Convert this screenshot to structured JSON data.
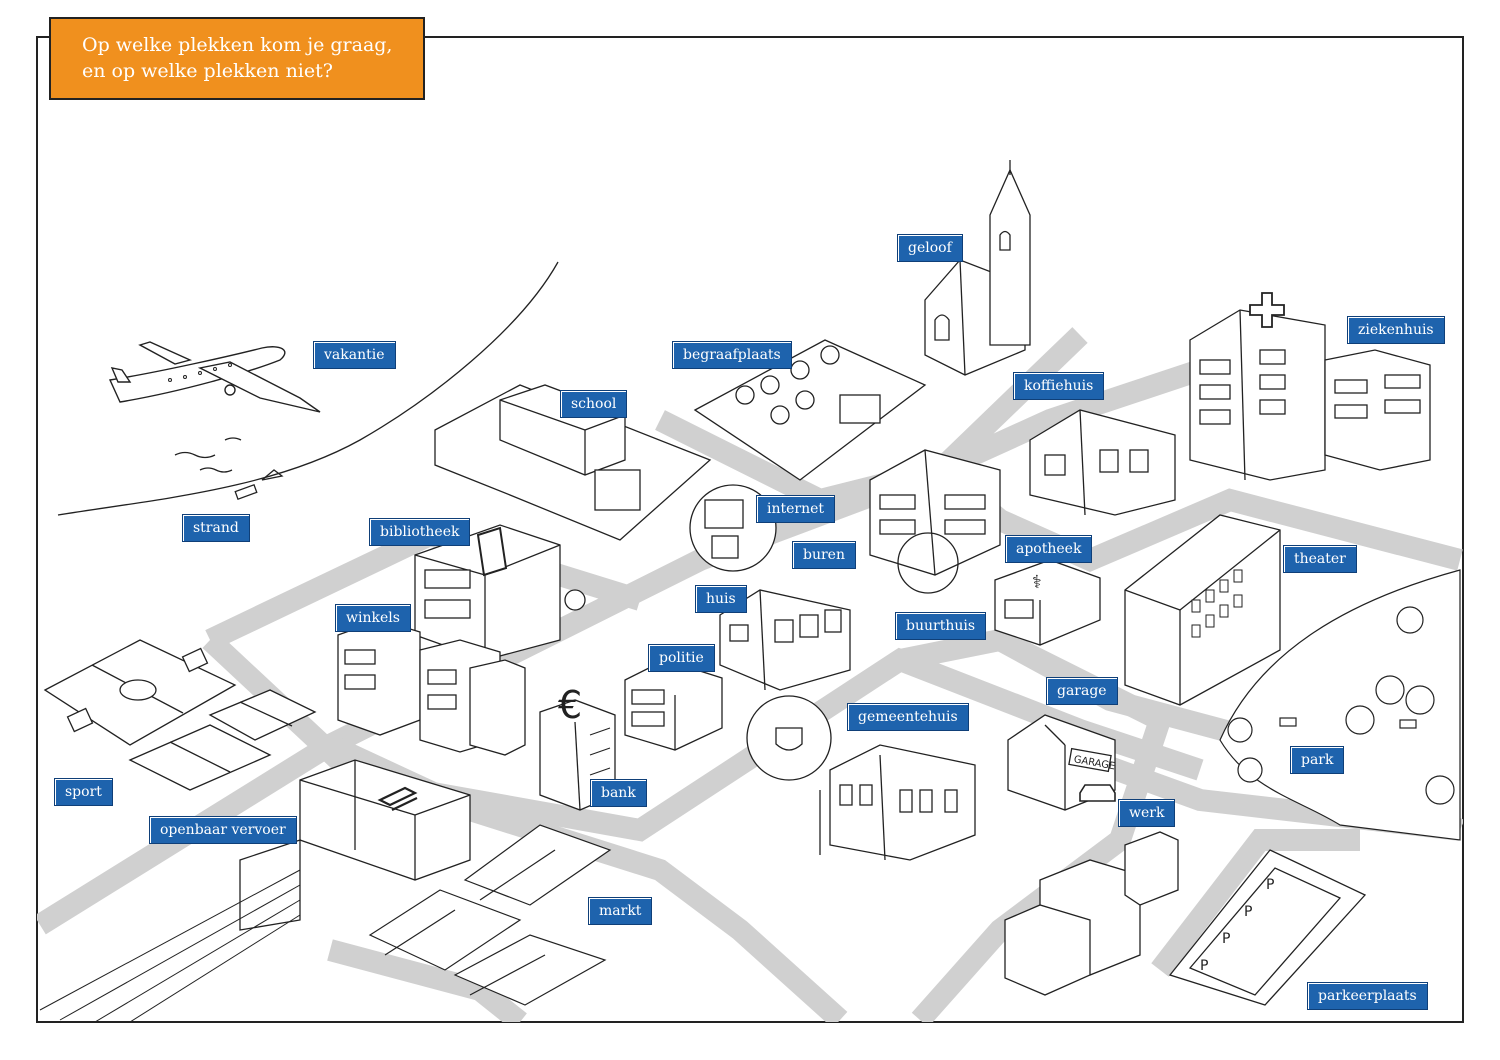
{
  "title": {
    "line1": "Op welke plekken kom je graag,",
    "line2": "en op welke plekken niet?"
  },
  "colors": {
    "title_background": "#f0901e",
    "label_background": "#1e63ad",
    "label_text": "#ffffff",
    "road": "#d0d0d0",
    "ink": "#222222"
  },
  "places": {
    "vakantie": "vakantie",
    "strand": "strand",
    "school": "school",
    "begraafplaats": "begraafplaats",
    "geloof": "geloof",
    "ziekenhuis": "ziekenhuis",
    "koffiehuis": "koffiehuis",
    "internet": "internet",
    "bibliotheek": "bibliotheek",
    "buren": "buren",
    "apotheek": "apotheek",
    "theater": "theater",
    "huis": "huis",
    "winkels": "winkels",
    "buurthuis": "buurthuis",
    "politie": "politie",
    "garage": "garage",
    "gemeentehuis": "gemeentehuis",
    "park": "park",
    "sport": "sport",
    "bank": "bank",
    "werk": "werk",
    "openbaar_vervoer": "openbaar vervoer",
    "markt": "markt",
    "parkeerplaats": "parkeerplaats"
  },
  "signs": {
    "garage_sign": "GARAGE",
    "bank_symbol": "€",
    "parking_symbol": "P",
    "pharmacy_symbol": "⚕"
  },
  "icons": [
    "airplane-icon",
    "church-icon",
    "hospital-cross-icon",
    "euro-icon",
    "train-logo-icon",
    "crest-icon",
    "book-icon",
    "computer-icon",
    "car-icon",
    "tree-icon"
  ]
}
